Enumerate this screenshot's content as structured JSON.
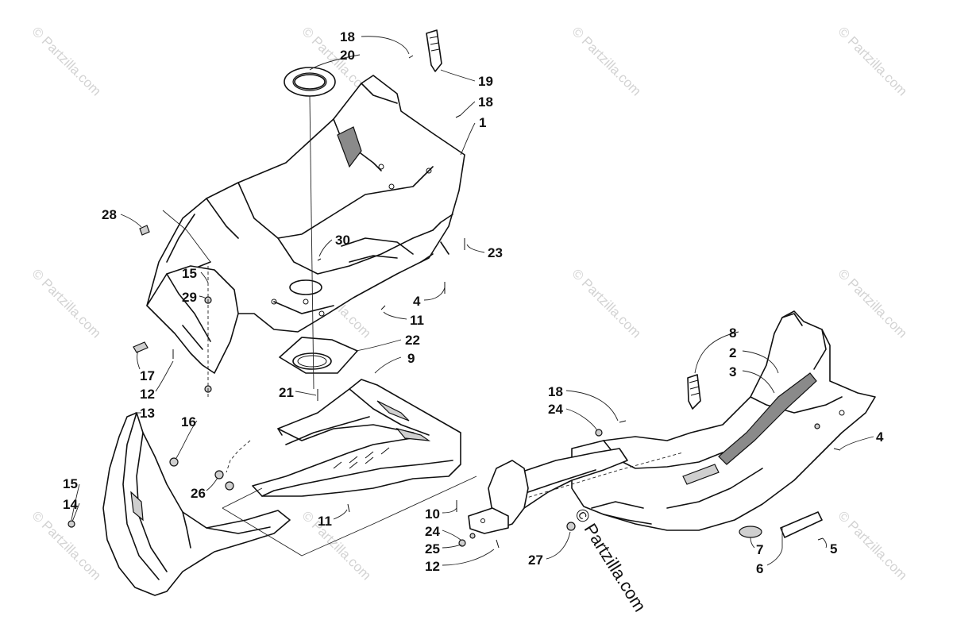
{
  "watermark": {
    "repeat_text": "© Partzilla.com",
    "main_text": "© Partzilla.com"
  },
  "callouts": {
    "c18a": "18",
    "c20": "20",
    "c19": "19",
    "c18b": "18",
    "c1": "1",
    "c28": "28",
    "c30": "30",
    "c23": "23",
    "c15a": "15",
    "c29": "29",
    "c4a": "4",
    "c11a": "11",
    "c22": "22",
    "c9": "9",
    "c17": "17",
    "c12a": "12",
    "c21": "21",
    "c13": "13",
    "c16": "16",
    "c26": "26",
    "c15b": "15",
    "c14": "14",
    "c11b": "11",
    "c10": "10",
    "c24a": "24",
    "c25": "25",
    "c12b": "12",
    "c27": "27",
    "c18c": "18",
    "c24b": "24",
    "c8": "8",
    "c2": "2",
    "c3": "3",
    "c4b": "4",
    "c7": "7",
    "c6": "6",
    "c5": "5"
  }
}
